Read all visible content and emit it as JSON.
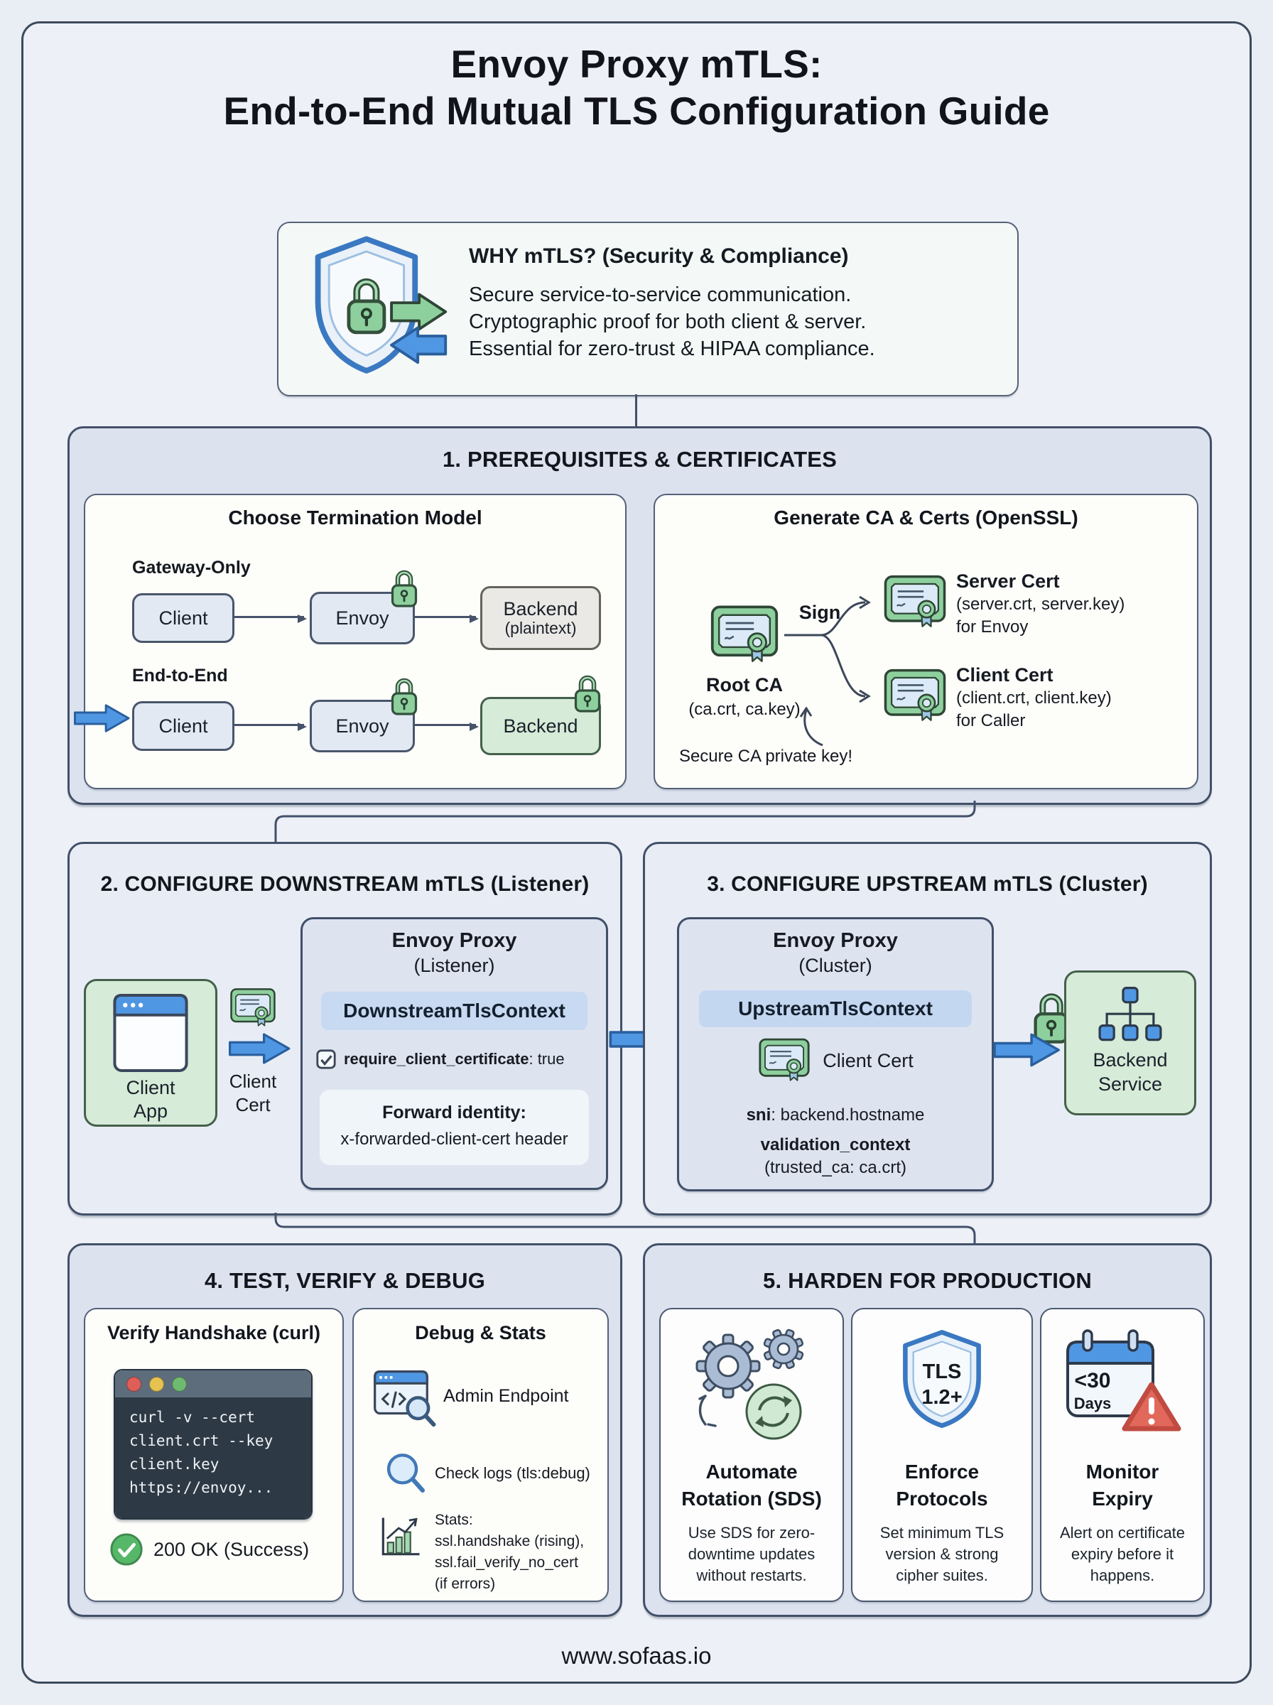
{
  "page": {
    "title_line1": "Envoy Proxy mTLS:",
    "title_line2": "End-to-End Mutual TLS Configuration Guide",
    "footer": "www.sofaas.io"
  },
  "why": {
    "title": "WHY mTLS? (Security & Compliance)",
    "lines": [
      "Secure service-to-service communication.",
      "Cryptographic proof for both client & server.",
      "Essential for zero-trust & HIPAA compliance."
    ]
  },
  "prereq": {
    "header": "1. PREREQUISITES & CERTIFICATES",
    "termination": {
      "title": "Choose Termination Model",
      "gateway_label": "Gateway-Only",
      "end_label": "End-to-End",
      "client": "Client",
      "envoy": "Envoy",
      "backend_plain_line1": "Backend",
      "backend_plain_line2": "(plaintext)",
      "backend_e2e": "Backend"
    },
    "ca": {
      "title": "Generate CA & Certs (OpenSSL)",
      "root_ca": "Root CA",
      "root_files": "(ca.crt, ca.key)",
      "sign": "Sign",
      "server_cert": "Server Cert",
      "server_files": "(server.crt, server.key)",
      "server_for": "for Envoy",
      "client_cert": "Client Cert",
      "client_files": "(client.crt, client.key)",
      "client_for": "for Caller",
      "note": "Secure CA private key!"
    }
  },
  "downstream": {
    "header": "2. CONFIGURE DOWNSTREAM mTLS (Listener)",
    "app_line1": "Client",
    "app_line2": "App",
    "cert_line1": "Client",
    "cert_line2": "Cert",
    "envoy_title": "Envoy Proxy",
    "envoy_sub": "(Listener)",
    "context": "DownstreamTlsContext",
    "require_key": "require_client_certificate",
    "require_val": ": true",
    "forward_title": "Forward identity:",
    "forward_body": "x-forwarded-client-cert header"
  },
  "upstream": {
    "header": "3. CONFIGURE UPSTREAM mTLS (Cluster)",
    "envoy_title": "Envoy Proxy",
    "envoy_sub": "(Cluster)",
    "context": "UpstreamTlsContext",
    "client_cert": "Client Cert",
    "sni_key": "sni",
    "sni_val": ": backend.hostname",
    "validation_key": "validation_context",
    "validation_val": "(trusted_ca: ca.crt)",
    "backend_line1": "Backend",
    "backend_line2": "Service"
  },
  "test": {
    "header": "4. TEST, VERIFY & DEBUG",
    "verify": {
      "title": "Verify Handshake (curl)",
      "terminal_lines": [
        "curl -v --cert",
        "client.crt --key",
        "client.key",
        "https://envoy..."
      ],
      "success": "200 OK (Success)"
    },
    "debug": {
      "title": "Debug & Stats",
      "item1": "Admin Endpoint",
      "item2": "Check logs (tls:debug)",
      "stats_lines": [
        "Stats:",
        "ssl.handshake (rising),",
        "ssl.fail_verify_no_cert",
        "(if errors)"
      ]
    }
  },
  "harden": {
    "header": "5. HARDEN FOR PRODUCTION",
    "cards": [
      {
        "title_line1": "Automate",
        "title_line2": "Rotation (SDS)",
        "body": [
          "Use SDS for zero-",
          "downtime updates",
          "without restarts."
        ]
      },
      {
        "title_line1": "Enforce",
        "title_line2": "Protocols",
        "icon_line1": "TLS",
        "icon_line2": "1.2+",
        "body": [
          "Set minimum TLS",
          "version & strong",
          "cipher suites."
        ]
      },
      {
        "title_line1": "Monitor",
        "title_line2": "Expiry",
        "icon_line1": "<30",
        "icon_line2": "Days",
        "body": [
          "Alert on certificate",
          "expiry before it",
          "happens."
        ]
      }
    ]
  },
  "colors": {
    "accent_blue": "#4f97e3",
    "accent_green": "#8ecf9e",
    "node_green_bg": "#d6ebd8",
    "panel_blue": "#dce3ef",
    "terminal_bg": "#2d3945",
    "success_green": "#57b768",
    "warning_red": "#e2685c",
    "outline": "#42506a"
  }
}
